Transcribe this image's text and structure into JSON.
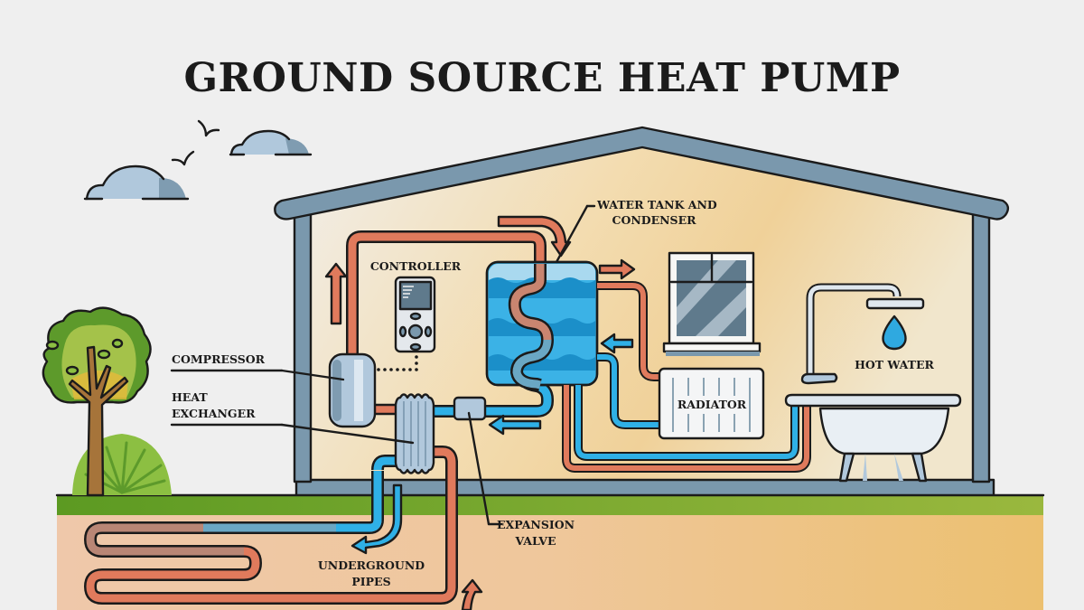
{
  "title": "GROUND SOURCE HEAT PUMP",
  "labels": {
    "controller": "CONTROLLER",
    "water_tank_line1": "WATER TANK AND",
    "water_tank_line2": "CONDENSER",
    "compressor": "COMPRESSOR",
    "heat_exchanger_line1": "HEAT",
    "heat_exchanger_line2": "EXCHANGER",
    "radiator": "RADIATOR",
    "hot_water": "HOT WATER",
    "expansion_valve_line1": "EXPANSION",
    "expansion_valve_line2": "VALVE",
    "underground_pipes_line1": "UNDERGROUND",
    "underground_pipes_line2": "PIPES"
  },
  "colors": {
    "background": "#efefef",
    "hot_pipe": "#e07a5c",
    "cold_pipe": "#2fa9e0",
    "wall": "#7a98ad",
    "grass": "#5e9a2a",
    "soil": "#efc7a3",
    "water": "#3bb2e6",
    "cloud": "#b0c8dc"
  },
  "icons": [
    "cloud-icon",
    "bird-icon",
    "tree-icon",
    "bush-icon",
    "controller-icon",
    "water-drop-icon",
    "window-icon",
    "bathtub-icon",
    "shower-icon"
  ]
}
